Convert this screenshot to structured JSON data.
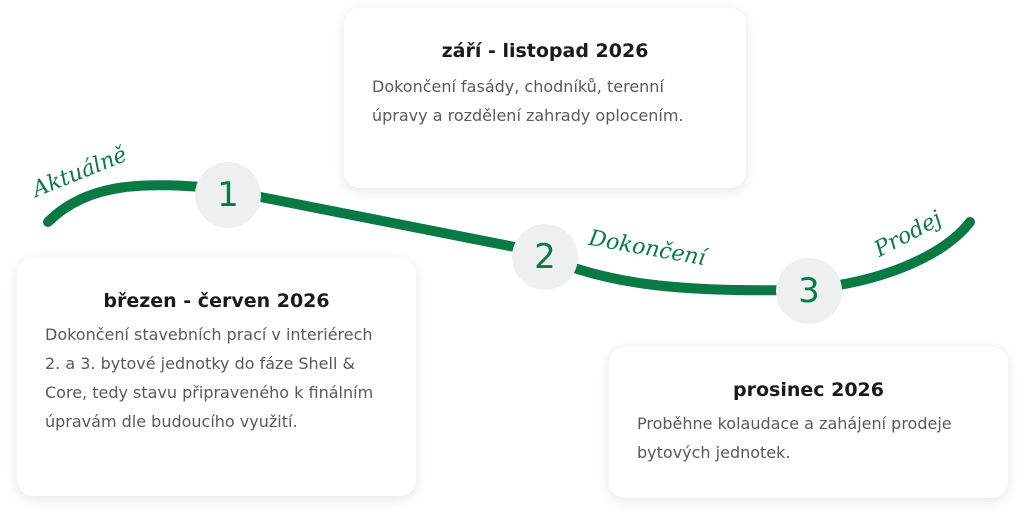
{
  "colors": {
    "accent": "#0a7a45",
    "circle": "#eef0f0"
  },
  "steps": [
    {
      "number": "1",
      "label": "Aktuálně",
      "title": "březen - červen 2026",
      "text": "Dokončení stavebních prací v interiérech 2. a 3. bytové jednotky do fáze Shell & Core, tedy stavu připraveného k finálním úpravám dle budoucího využití."
    },
    {
      "number": "2",
      "label": "Dokončení",
      "title": "září - listopad 2026",
      "text": "Dokončení fasády, chodníků, terenní úpravy a rozdělení zahrady oplocením."
    },
    {
      "number": "3",
      "label": "Prodej",
      "title": "prosinec 2026",
      "text": "Proběhne kolaudace a zahájení prodeje bytových jednotek."
    }
  ]
}
